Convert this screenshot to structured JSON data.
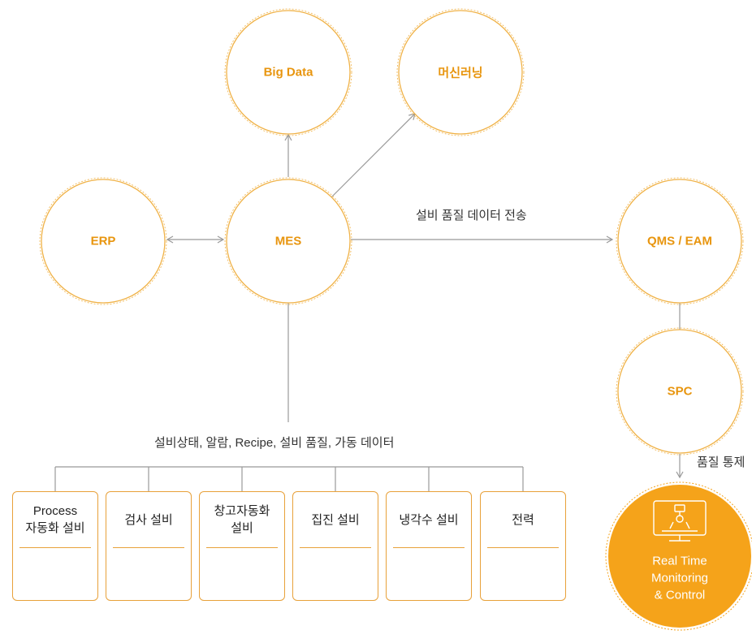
{
  "nodes": {
    "big_data": "Big Data",
    "machine_learning": "머신러닝",
    "erp": "ERP",
    "mes": "MES",
    "qms_eam": "QMS / EAM",
    "spc": "SPC"
  },
  "edges": {
    "mes_to_qms": "설비 품질 데이터 전송",
    "equipment_to_mes": "설비상태, 알람, Recipe, 설비 품질, 가동 데이터",
    "spc_to_rt": "품질 통제"
  },
  "equipment": [
    {
      "label": "Process\n자동화 설비",
      "icon": "robot-arm-icon"
    },
    {
      "label": "검사 설비",
      "icon": "gears-magnifier-icon"
    },
    {
      "label": "창고자동화\n설비",
      "icon": "conveyor-icon"
    },
    {
      "label": "집진 설비",
      "icon": "dust-filter-icon"
    },
    {
      "label": "냉각수 설비",
      "icon": "water-drops-icon"
    },
    {
      "label": "전력",
      "icon": "lightning-icon"
    }
  ],
  "realtime": {
    "label": "Real Time\nMonitoring\n& Control",
    "icon": "monitor-robot-icon"
  },
  "colors": {
    "accent": "#e8950e",
    "circle_stroke": "#f0b247",
    "line": "#999999",
    "realtime_fill": "#f5a31a"
  }
}
